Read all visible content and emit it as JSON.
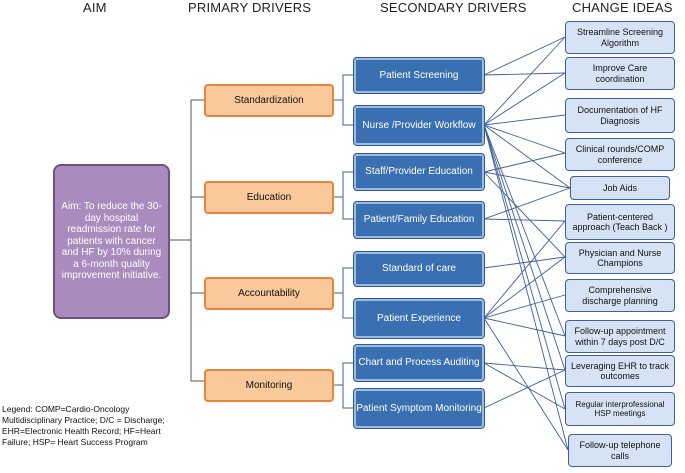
{
  "headers": {
    "aim": "AIM",
    "primary": "PRIMARY DRIVERS",
    "secondary": "SECONDARY DRIVERS",
    "change": "CHANGE IDEAS"
  },
  "aim": {
    "text": "Aim: To reduce the 30-day hospital readmission rate for patients with cancer and HF by 10% during a 6-month quality improvement initiative."
  },
  "primary_drivers": [
    {
      "label": "Standardization"
    },
    {
      "label": "Education"
    },
    {
      "label": "Accountability"
    },
    {
      "label": "Monitoring"
    }
  ],
  "secondary_drivers": [
    {
      "label": "Patient Screening"
    },
    {
      "label": "Nurse /Provider Workflow"
    },
    {
      "label": "Staff/Provider Education"
    },
    {
      "label": "Patient/Family Education"
    },
    {
      "label": "Standard of care"
    },
    {
      "label": "Patient Experience"
    },
    {
      "label": "Chart and Process Auditing"
    },
    {
      "label": "Patient Symptom Monitoring"
    }
  ],
  "change_ideas": [
    {
      "label": "Streamline Screening Algorithm"
    },
    {
      "label": "Improve Care coordination"
    },
    {
      "label": "Documentation of HF Diagnosis"
    },
    {
      "label": "Clinical rounds/COMP conference"
    },
    {
      "label": "Job Aids"
    },
    {
      "label": "Patient-centered approach (Teach Back )"
    },
    {
      "label": "Physician and Nurse Champions"
    },
    {
      "label": "Comprehensive discharge planning"
    },
    {
      "label": "Follow-up appointment within 7 days post D/C"
    },
    {
      "label": "Leveraging EHR to track outcomes"
    },
    {
      "label": "Regular interprofessional HSP meetings"
    },
    {
      "label": "Follow-up telephone calls"
    }
  ],
  "legend": {
    "text": "Legend: COMP=Cardio-Oncology Multidisciplinary Practice; D/C = Discharge; EHR=Electronic Health Record; HF=Heart Failure; HSP= Heart Success Program"
  },
  "colors": {
    "aim_fill": "#a98bbd",
    "primary_fill": "#f9c99b",
    "primary_border": "#e8843b",
    "secondary_fill": "#3a6fb2",
    "change_fill": "#d6e3f4",
    "connector": "#3d5f9a"
  }
}
